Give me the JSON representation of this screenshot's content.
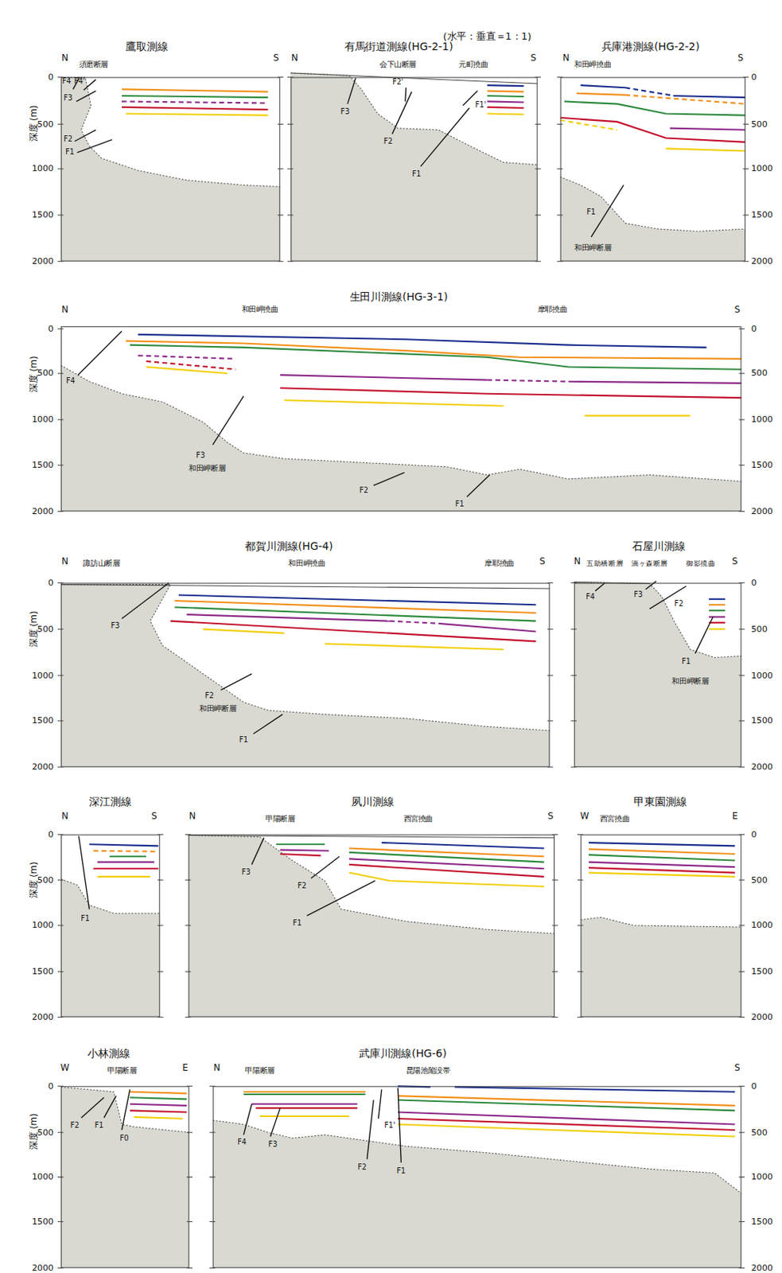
{
  "diagram": {
    "nodes": [
      {
        "text": [
          "鷹取測線"
        ]
      },
      {
        "text": [
          "有馬街道測線(HG-2-1)"
        ]
      },
      {
        "text": [
          "兵庫港測線(HG-2-2)"
        ]
      },
      {
        "text": [
          "生田川測線(HG-3-1)"
        ]
      },
      {
        "text": [
          "都賀川測線(HG-4)"
        ]
      },
      {
        "text": [
          "石屋川測線"
        ]
      },
      {
        "text": [
          "深江測線"
        ]
      },
      {
        "text": [
          "夙川測線"
        ]
      },
      {
        "text": [
          "甲東園測線"
        ]
      },
      {
        "text": [
          "小林測線"
        ]
      },
      {
        "text": [
          "武庫川測線(HG-6)"
        ]
      }
    ],
    "labels": [
      "(水平：垂直＝1：1)",
      "深度 (m)",
      "0",
      "500",
      "1000",
      "1500",
      "2000",
      "0",
      "500",
      "1000",
      "1500",
      "2000",
      "深度 (m)",
      "0",
      "500",
      "1000",
      "1500",
      "2000",
      "0",
      "500",
      "1000",
      "1500",
      "2000",
      "深度 (m)",
      "0",
      "500",
      "1000",
      "1500",
      "2000",
      "0",
      "500",
      "1000",
      "1500",
      "2000",
      "深度 (m)",
      "0",
      "500",
      "1000",
      "1500",
      "2000",
      "0",
      "500",
      "1000",
      "1500",
      "2000",
      "深度 (m)",
      "0",
      "500",
      "1000",
      "1500",
      "2000",
      "0",
      "500",
      "1000",
      "1500",
      "2000",
      "N",
      "S",
      "須磨断層",
      "F4",
      "F4'",
      "F3",
      "F2",
      "F1",
      "N",
      "S",
      "会下山断層",
      "元町撓曲",
      "F3",
      "F2'",
      "F2",
      "F1'",
      "F1",
      "N",
      "S",
      "和田岬撓曲",
      "F1",
      "和田岬断層",
      "N",
      "S",
      "和田岬撓曲",
      "摩耶撓曲",
      "F4",
      "F3",
      "和田岬断層",
      "F2",
      "F1",
      "N",
      "S",
      "諏訪山断層",
      "和田岬撓曲",
      "摩耶撓曲",
      "F3",
      "F2",
      "和田岬断層",
      "F1",
      "N",
      "五助橋断層",
      "渦ヶ森断層",
      "御影撓曲",
      "S",
      "F4",
      "F3",
      "F2",
      "F1",
      "和田岬断層",
      "N",
      "S",
      "F1",
      "N",
      "S",
      "甲陽断層",
      "西宮撓曲",
      "F3",
      "F2",
      "F1",
      "W",
      "E",
      "西宮撓曲",
      "W",
      "E",
      "甲陽断層",
      "F2",
      "F1",
      "F0",
      "N",
      "S",
      "甲陽断層",
      "昆陽池陥没帯",
      "F4",
      "F3",
      "F2",
      "F1'",
      "F1"
    ]
  }
}
